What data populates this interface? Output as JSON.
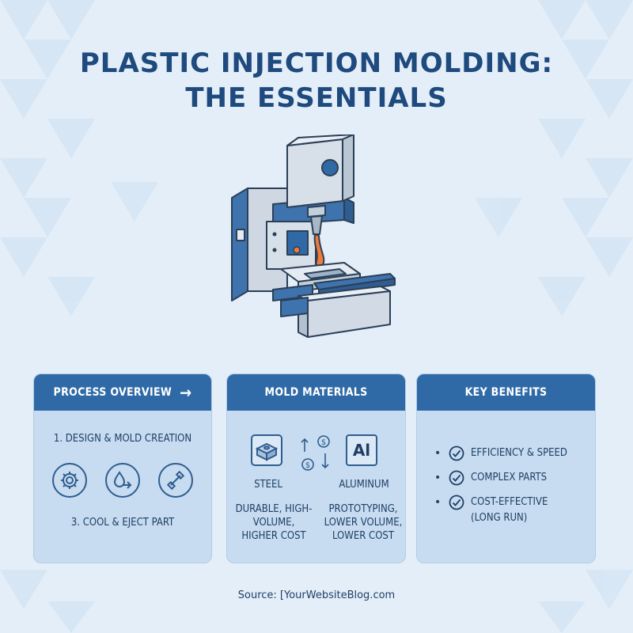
{
  "title": {
    "line1": "PLASTIC INJECTION MOLDING:",
    "line2": "THE ESSENTIALS"
  },
  "colors": {
    "background": "#e3eef8",
    "header_blue": "#2f6aa7",
    "card_fill": "#c7dcf0",
    "title_navy": "#1e4a7e",
    "molten_orange": "#f07a3a"
  },
  "cards": {
    "process": {
      "header": "PROCESS OVERVIEW",
      "header_icon": "arrow-right-icon",
      "step1": "1. DESIGN & MOLD CREATION",
      "icons": [
        "gear-icon",
        "melt-inject-icon",
        "mold-tool-icon"
      ],
      "step3": "3. COOL & EJECT PART"
    },
    "materials": {
      "header": "MOLD MATERIALS",
      "steel_icon": "steel-block-icon",
      "swap_icon": "cost-swap-icon",
      "al_icon_text": "Al",
      "steel_name": "STEEL",
      "steel_desc": "DURABLE, HIGH-VOLUME, HIGHER COST",
      "al_name": "ALUMINUM",
      "al_desc": "PROTOTYPING, LOWER VOLUME, LOWER COST"
    },
    "benefits": {
      "header": "KEY BENEFITS",
      "items": [
        {
          "text": "EFFICIENCY & SPEED",
          "sub": ""
        },
        {
          "text": "COMPLEX PARTS",
          "sub": ""
        },
        {
          "text": "COST-EFFECTIVE",
          "sub": "(LONG RUN)"
        }
      ],
      "check_icon": "check-circle-icon"
    }
  },
  "source": "Source: [YourWebsiteBlog.com"
}
